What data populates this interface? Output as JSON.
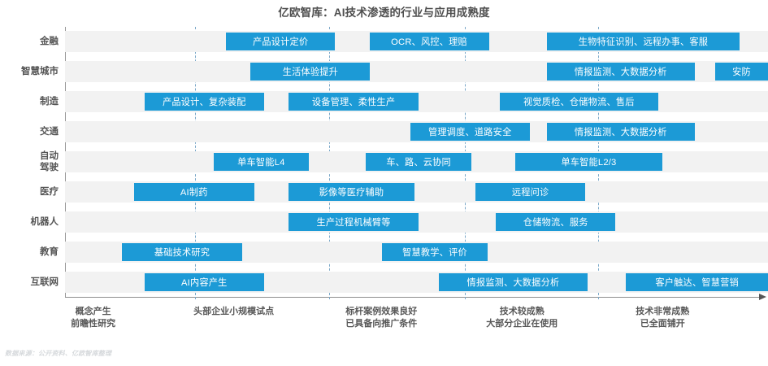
{
  "title": "亿欧智库：AI技术渗透的行业与应用成熟度",
  "source_note": "数据来源：公开资料、亿欧智库整理",
  "colors": {
    "bar": "#1c9ad6",
    "band": "#f2f2f2",
    "grid": "#7ca9c9",
    "axis": "#8f8f8f",
    "title_text": "#4f4f4f",
    "label_text": "#555555",
    "note_text": "#d6d9dc"
  },
  "chart_data": {
    "type": "bar",
    "title": "亿欧智库：AI技术渗透的行业与应用成熟度",
    "xlabel": "",
    "ylabel": "",
    "grid": true,
    "legend_position": "none",
    "x_axis": {
      "type": "maturity-stage",
      "direction": "left-to-right increasing maturity",
      "stage_labels": [
        "概念产生\n前瞻性研究",
        "头部企业小规模试点",
        "标杆案例效果良好\n已具备向推广条件",
        "技术较成熟\n大部分企业在使用",
        "技术非常成熟\n已全面铺开"
      ],
      "stage_centers_pct": [
        4,
        24,
        45,
        65,
        85
      ],
      "divider_positions_pct": [
        18.5,
        37.6,
        56.9,
        75.8
      ]
    },
    "categories": [
      "金融",
      "智慧城市",
      "制造",
      "交通",
      "自动\n驾驶",
      "医疗",
      "机器人",
      "教育",
      "互联网"
    ],
    "rows": [
      {
        "category": "金融",
        "bars": [
          {
            "label": "产品设计定价",
            "start_pct": 22.9,
            "end_pct": 38.4
          },
          {
            "label": "OCR、风控、理赔",
            "start_pct": 43.3,
            "end_pct": 60.3
          },
          {
            "label": "生物特征识别、远程办事、客服",
            "start_pct": 68.5,
            "end_pct": 96.0
          }
        ]
      },
      {
        "category": "智慧城市",
        "bars": [
          {
            "label": "生活体验提升",
            "start_pct": 26.4,
            "end_pct": 43.4
          },
          {
            "label": "情报监测、大数据分析",
            "start_pct": 68.5,
            "end_pct": 89.6
          },
          {
            "label": "安防",
            "start_pct": 92.5,
            "end_pct": 100.0
          }
        ]
      },
      {
        "category": "制造",
        "bars": [
          {
            "label": "产品设计、复杂装配",
            "start_pct": 11.3,
            "end_pct": 28.3
          },
          {
            "label": "设备管理、柔性生产",
            "start_pct": 31.8,
            "end_pct": 50.3
          },
          {
            "label": "视觉质检、仓储物流、售后",
            "start_pct": 61.8,
            "end_pct": 84.4
          }
        ]
      },
      {
        "category": "交通",
        "bars": [
          {
            "label": "管理调度、道路安全",
            "start_pct": 49.1,
            "end_pct": 66.1
          },
          {
            "label": "情报监测、大数据分析",
            "start_pct": 68.5,
            "end_pct": 89.6
          }
        ]
      },
      {
        "category": "自动\n驾驶",
        "bars": [
          {
            "label": "单车智能L4",
            "start_pct": 21.1,
            "end_pct": 34.7
          },
          {
            "label": "车、路、云协同",
            "start_pct": 42.8,
            "end_pct": 57.8
          },
          {
            "label": "单车智能L2/3",
            "start_pct": 64.0,
            "end_pct": 85.0
          }
        ]
      },
      {
        "category": "医疗",
        "bars": [
          {
            "label": "AI制药",
            "start_pct": 9.8,
            "end_pct": 26.9
          },
          {
            "label": "影像等医疗辅助",
            "start_pct": 31.8,
            "end_pct": 49.7
          },
          {
            "label": "远程问诊",
            "start_pct": 58.4,
            "end_pct": 74.0
          }
        ]
      },
      {
        "category": "机器人",
        "bars": [
          {
            "label": "生产过程机械臂等",
            "start_pct": 31.8,
            "end_pct": 50.3
          },
          {
            "label": "仓储物流、服务",
            "start_pct": 61.3,
            "end_pct": 78.3
          }
        ]
      },
      {
        "category": "教育",
        "bars": [
          {
            "label": "基础技术研究",
            "start_pct": 8.1,
            "end_pct": 25.2
          },
          {
            "label": "智慧教学、评价",
            "start_pct": 45.1,
            "end_pct": 60.1
          }
        ]
      },
      {
        "category": "互联网",
        "bars": [
          {
            "label": "AI内容产生",
            "start_pct": 11.3,
            "end_pct": 28.3
          },
          {
            "label": "情报监测、大数据分析",
            "start_pct": 53.2,
            "end_pct": 74.3
          },
          {
            "label": "客户触达、智慧营销",
            "start_pct": 79.8,
            "end_pct": 100.0
          }
        ]
      }
    ]
  }
}
